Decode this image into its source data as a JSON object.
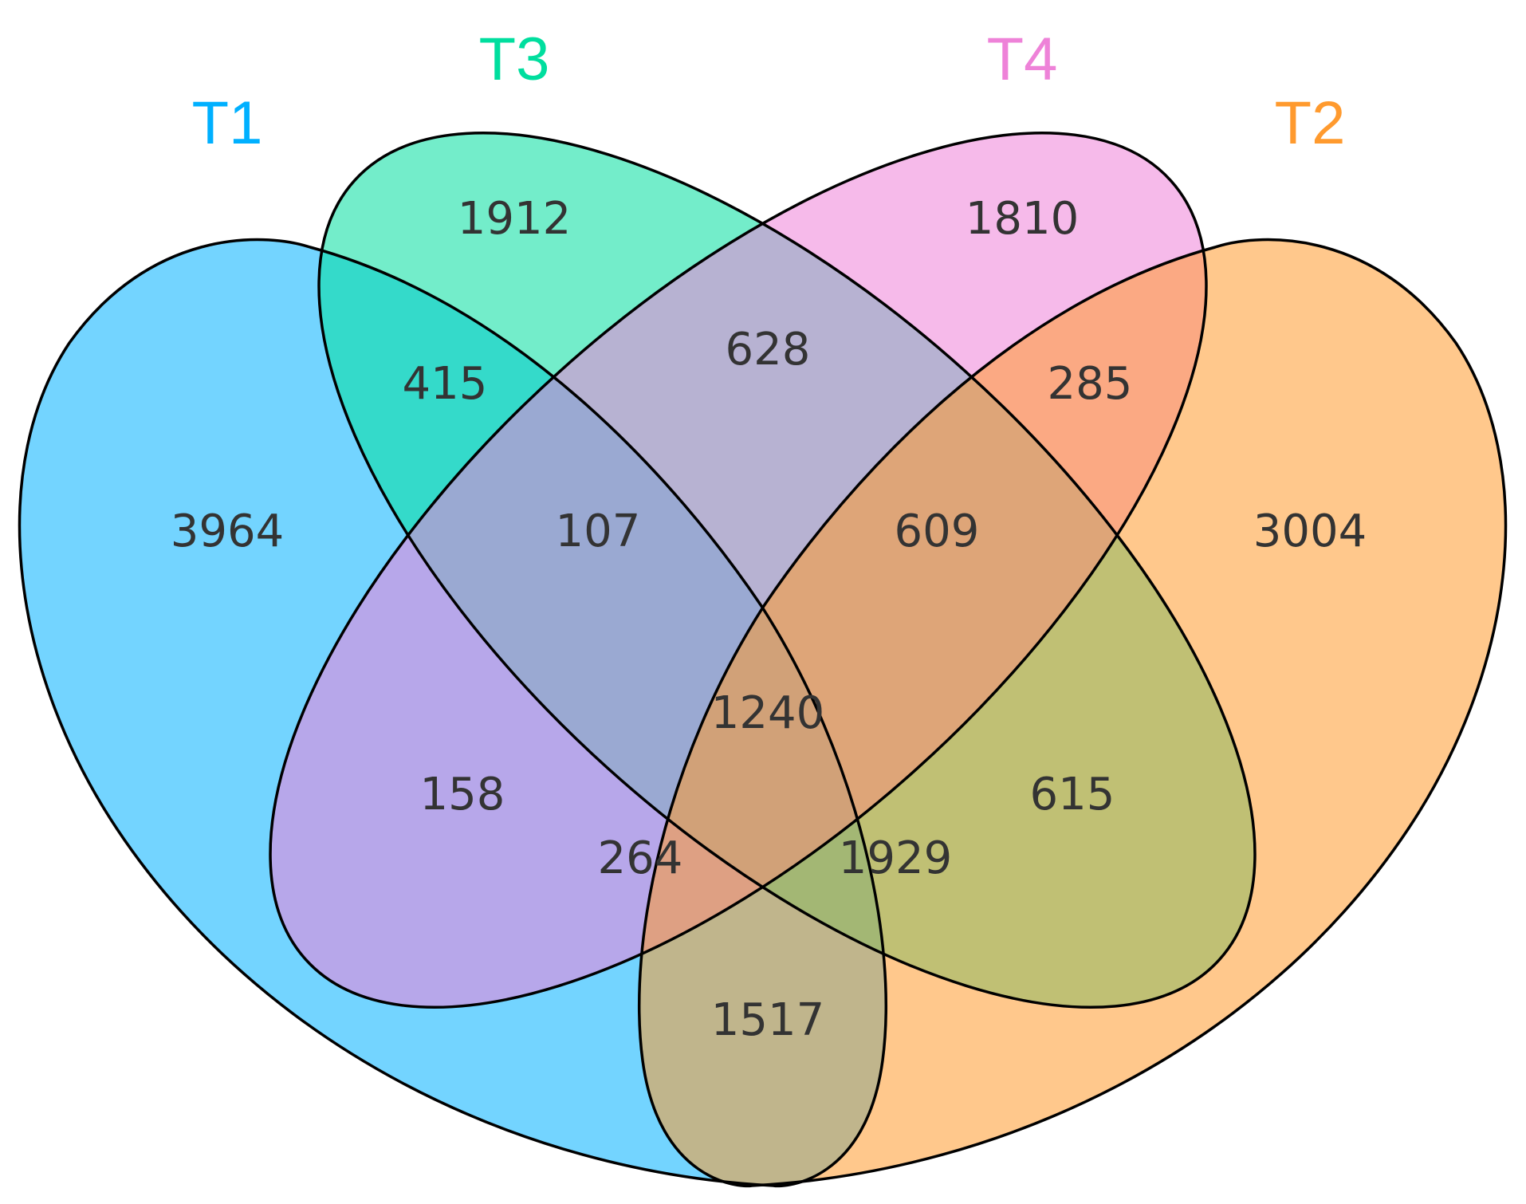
{
  "sets": [
    {
      "id": "T1",
      "label": "T1",
      "color": "#00b0ff"
    },
    {
      "id": "T3",
      "label": "T3",
      "color": "#00de9e"
    },
    {
      "id": "T4",
      "label": "T4",
      "color": "#ee82d8"
    },
    {
      "id": "T2",
      "label": "T2",
      "color": "#ff9a2e"
    }
  ],
  "regions": {
    "T1_only": "3964",
    "T3_only": "1912",
    "T4_only": "1810",
    "T2_only": "3004",
    "T1_T3": "415",
    "T3_T4": "628",
    "T4_T2": "285",
    "T1_T3_T4": "107",
    "T3_T4_T2": "609",
    "all": "1240",
    "T1_T4": "158",
    "T3_T2": "615",
    "T1_T4_T2": "264",
    "T1_T3_T2": "1929",
    "T1_T2": "1517"
  }
}
